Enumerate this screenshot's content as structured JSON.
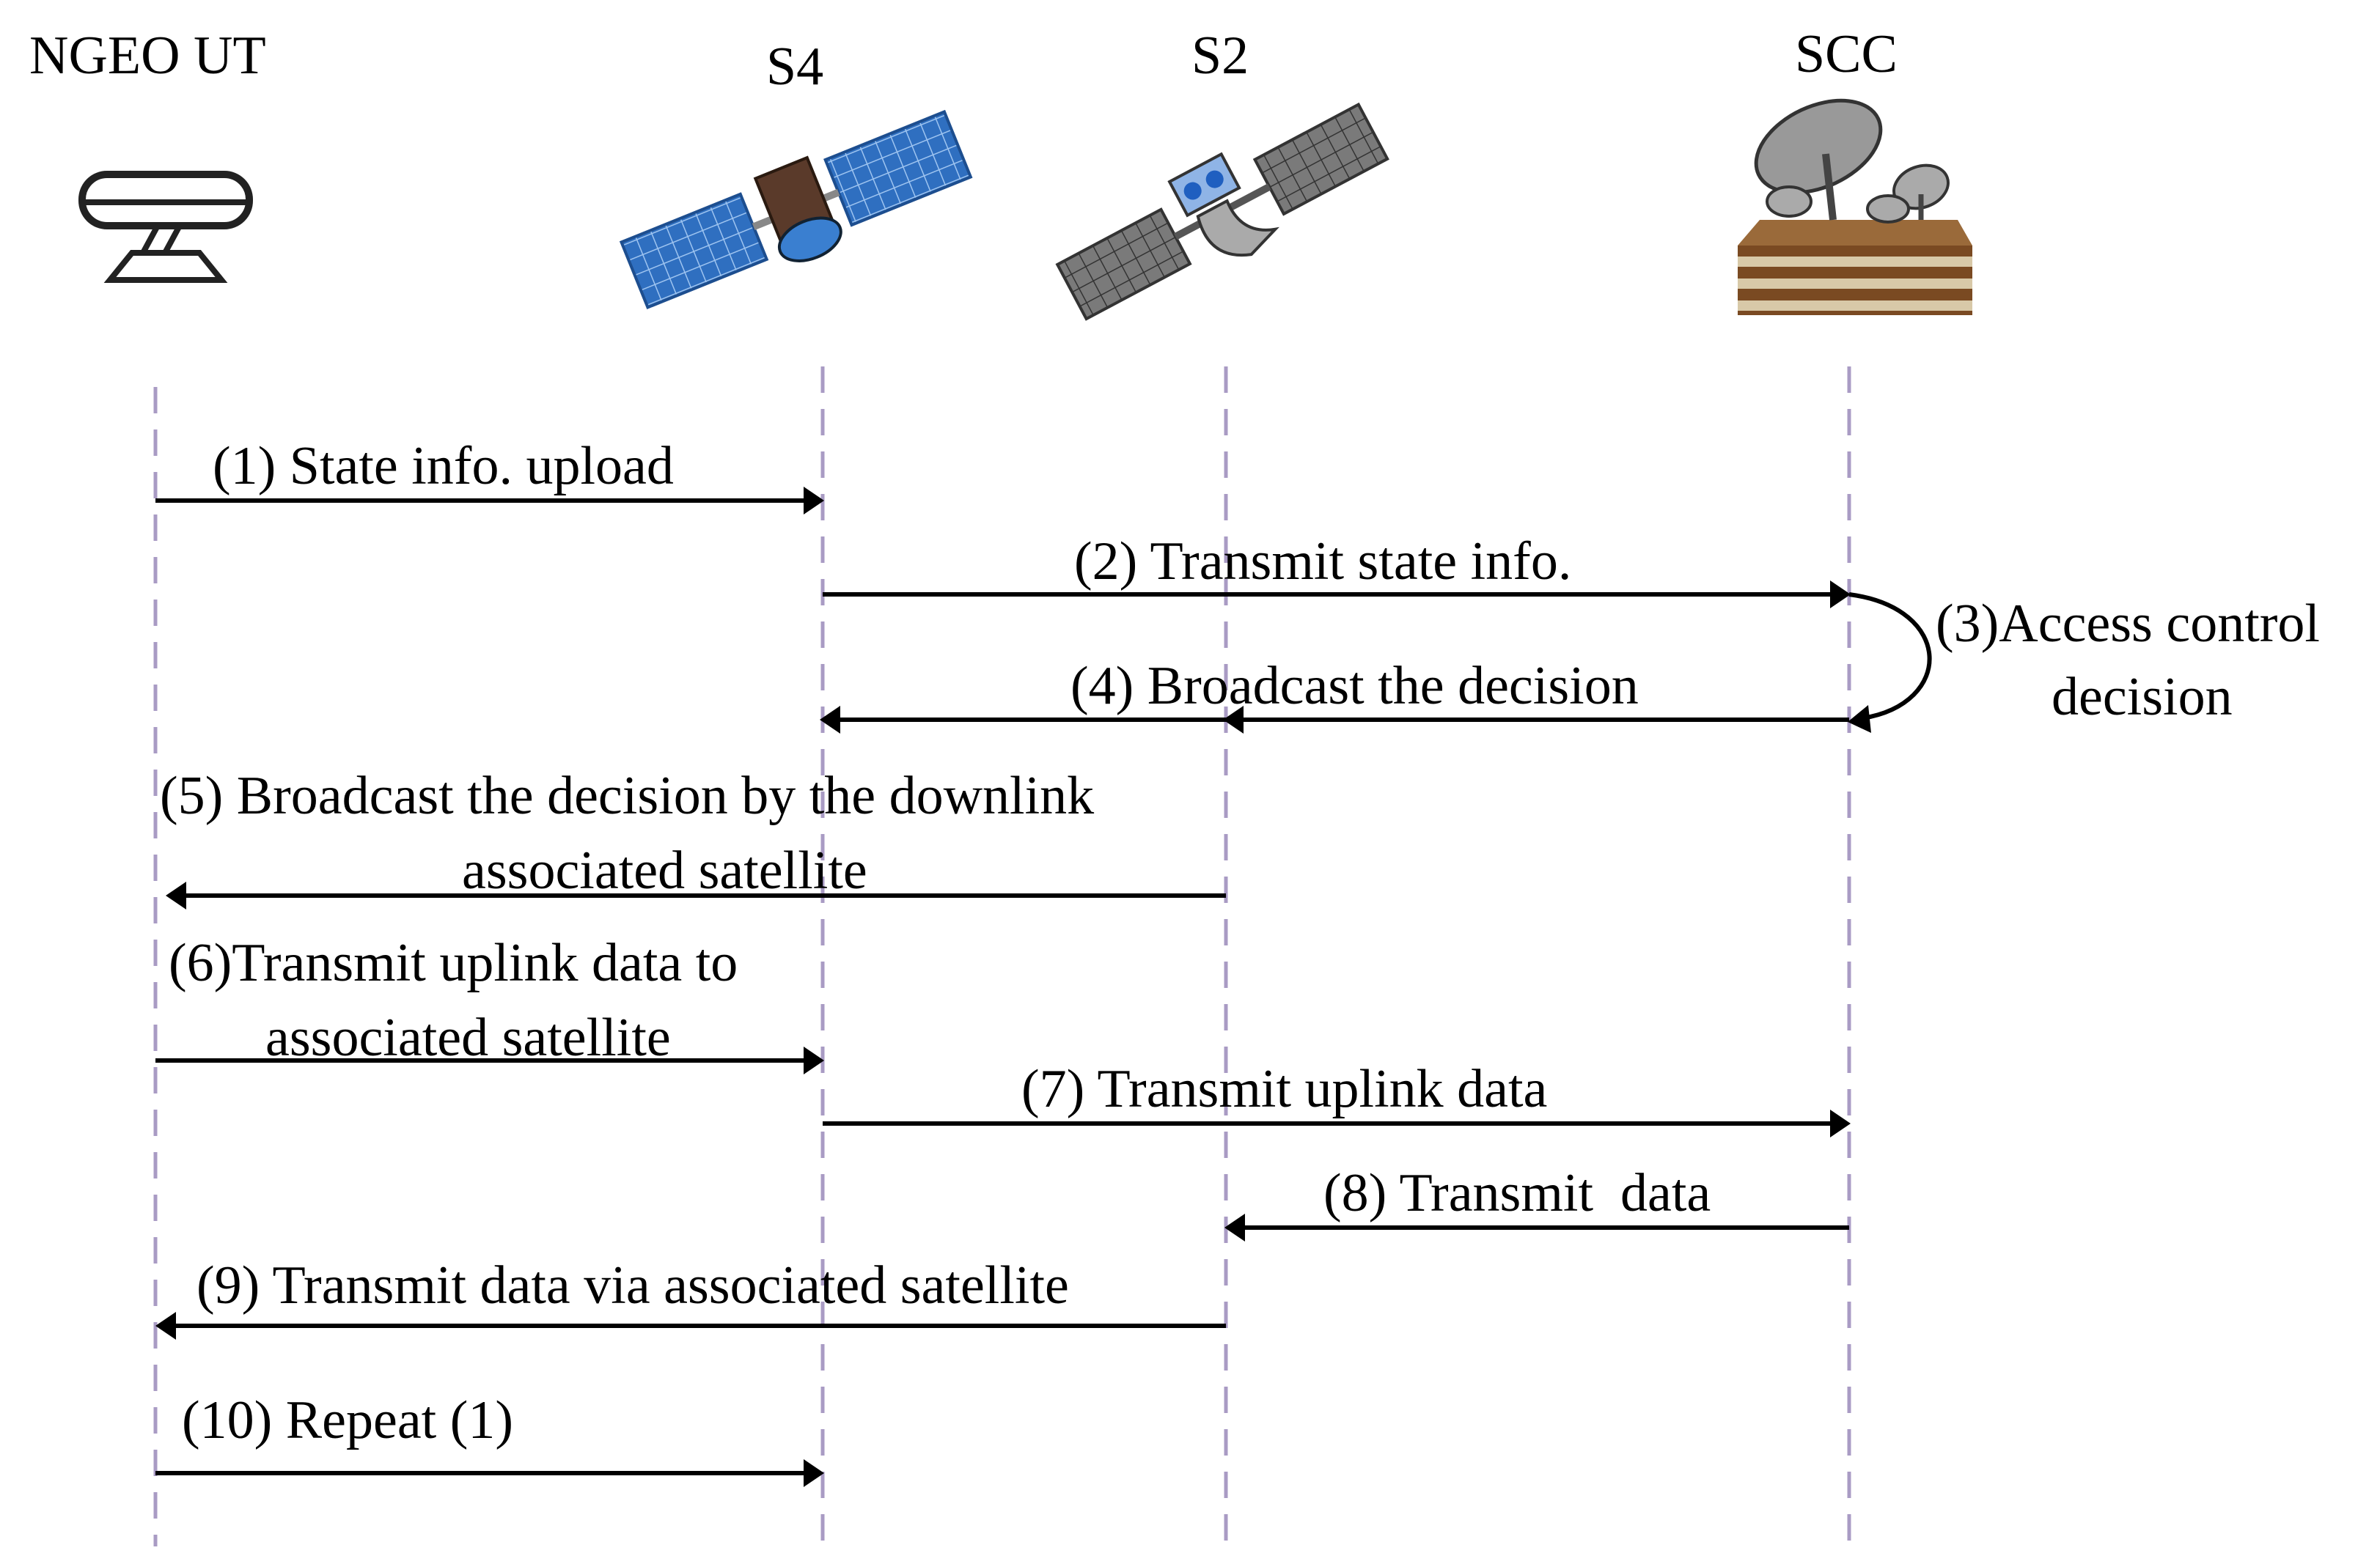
{
  "actors": [
    {
      "id": "ngeo_ut",
      "label": "NGEO UT",
      "icon": "user-terminal-icon"
    },
    {
      "id": "s4",
      "label": "S4",
      "icon": "satellite-icon"
    },
    {
      "id": "s2",
      "label": "S2",
      "icon": "satellite-icon"
    },
    {
      "id": "scc",
      "label": "SCC",
      "icon": "ground-station-icon"
    }
  ],
  "messages": [
    {
      "step": 1,
      "label": "(1) State info. upload",
      "from": "ngeo_ut",
      "to": "s4"
    },
    {
      "step": 2,
      "label": "(2) Transmit state info.",
      "from": "s4",
      "to": "scc"
    },
    {
      "step": 3,
      "label_lines": [
        "(3)Access control",
        "decision"
      ],
      "from": "scc",
      "to": "scc",
      "kind": "self"
    },
    {
      "step": 4,
      "label": "(4) Broadcast the decision",
      "from": "scc",
      "to": "s4"
    },
    {
      "step": 5,
      "label_lines": [
        "(5) Broadcast the decision by the downlink",
        "associated satellite"
      ],
      "from": "s2",
      "to": "ngeo_ut"
    },
    {
      "step": 6,
      "label_lines": [
        "(6)Transmit uplink data to",
        "associated satellite"
      ],
      "from": "ngeo_ut",
      "to": "s4"
    },
    {
      "step": 7,
      "label": "(7) Transmit uplink data",
      "from": "s4",
      "to": "scc"
    },
    {
      "step": 8,
      "label": "(8) Transmit  data",
      "from": "scc",
      "to": "s2"
    },
    {
      "step": 9,
      "label": "(9) Transmit data via associated satellite",
      "from": "s2",
      "to": "ngeo_ut"
    },
    {
      "step": 10,
      "label": "(10) Repeat (1)",
      "from": "ngeo_ut",
      "to": "s4"
    }
  ],
  "colors": {
    "lifeline": "#a99bc4",
    "arrow": "#000000",
    "solar_panel_blue": "#2f6fc0",
    "solar_panel_gray": "#7a7a7a"
  }
}
